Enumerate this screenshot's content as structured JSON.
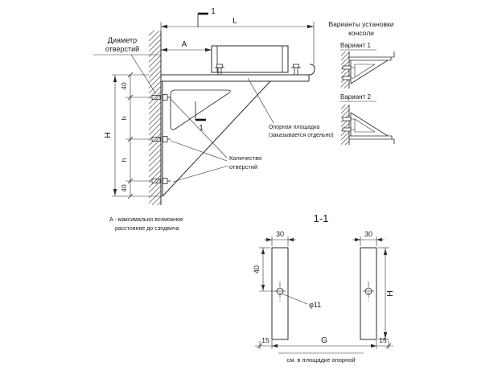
{
  "drawing": {
    "main_view": {
      "hole_callout": {
        "line1": "Диаметр",
        "line2": "отверстий"
      },
      "dims": {
        "L": "L",
        "A": "A",
        "top40": "40",
        "h_upper": "h",
        "H": "H",
        "h_lower": "h",
        "bottom40": "40"
      },
      "section_mark": "1",
      "platform_callout": {
        "line1": "Опорная площадка",
        "line2": "(заказывается отдельно)"
      },
      "holes_callout": {
        "line1": "Количество",
        "line2": "отверстий"
      },
      "footnote": {
        "line1": "А - максимально возможное",
        "line2": "расстояние до сэндвича"
      }
    },
    "variants": {
      "title": {
        "line1": "Варианты установки",
        "line2": "консоли"
      },
      "variant1_label": "Вариант 1",
      "variant2_label": "Вариант 2"
    },
    "section_view": {
      "title": "1-1",
      "dims": {
        "w_left": "30",
        "w_right": "30",
        "v40": "40",
        "hole": "φ11",
        "H": "H",
        "off_left": "15",
        "G": "G",
        "off_right": "15"
      },
      "footnote": "см. в площадке опорной"
    }
  },
  "colors": {
    "ink": "#1a1a1a",
    "paper": "#ffffff"
  }
}
